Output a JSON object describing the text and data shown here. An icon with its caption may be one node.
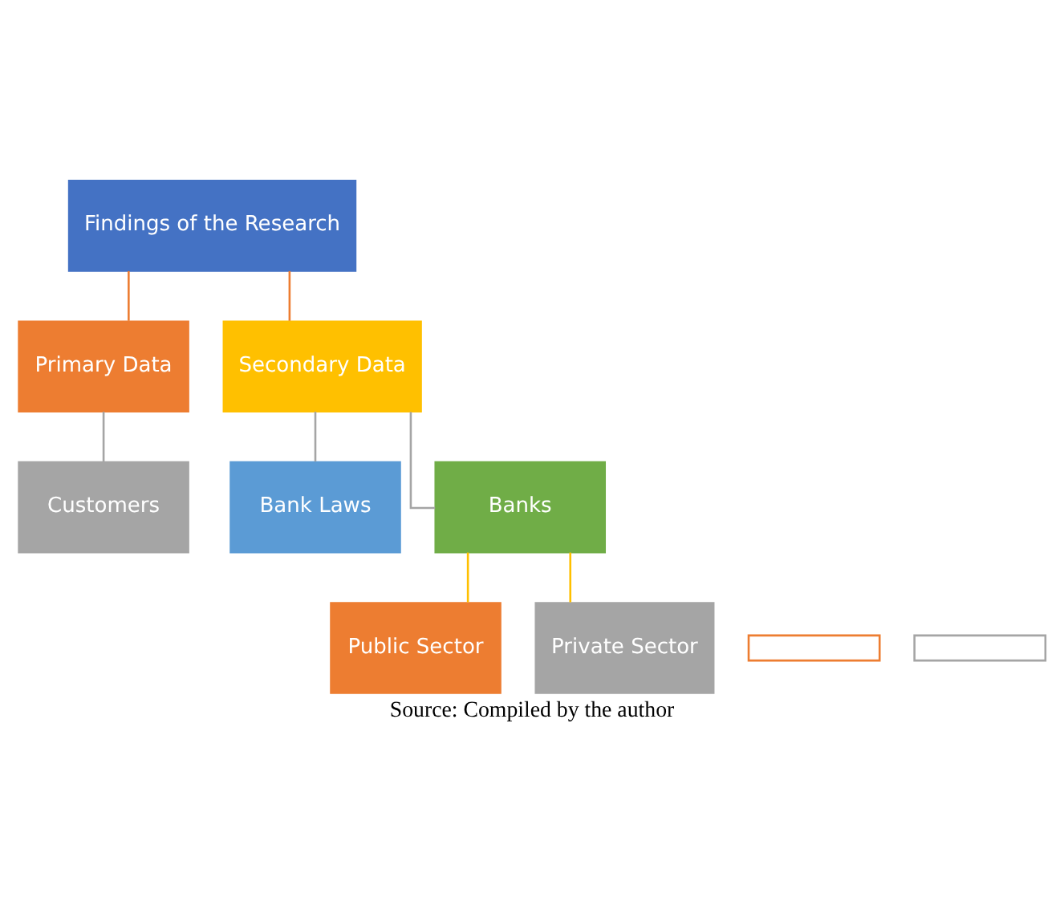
{
  "diagram": {
    "caption": "Source: Compiled by the author",
    "nodes": [
      {
        "text": [
          "Findings of the Research"
        ]
      },
      {
        "text": [
          "Primary Data"
        ]
      },
      {
        "text": [
          "Secondary Data"
        ]
      },
      {
        "text": [
          "Customers"
        ]
      },
      {
        "text": [
          "Bank Laws"
        ]
      },
      {
        "text": [
          "Banks"
        ]
      },
      {
        "text": [
          "Public Sector"
        ]
      },
      {
        "text": [],
        "shape": "box"
      },
      {
        "text": [
          "Private Sector"
        ]
      },
      {
        "text": [],
        "shape": "box"
      }
    ],
    "edges": [
      {
        "from": 0,
        "to": 1,
        "arrow": "none",
        "color": "#ed7d31"
      },
      {
        "from": 0,
        "to": 2,
        "arrow": "none",
        "color": "#ed7d31"
      },
      {
        "from": 1,
        "to": 3,
        "arrow": "none"
      },
      {
        "from": 2,
        "to": 4,
        "arrow": "none"
      },
      {
        "from": 2,
        "to": 5,
        "arrow": "none"
      },
      {
        "from": 5,
        "to": 6,
        "arrow": "none",
        "color": "#ffc000"
      },
      {
        "from": 5,
        "to": 8,
        "arrow": "none",
        "color": "#ffc000"
      }
    ]
  }
}
